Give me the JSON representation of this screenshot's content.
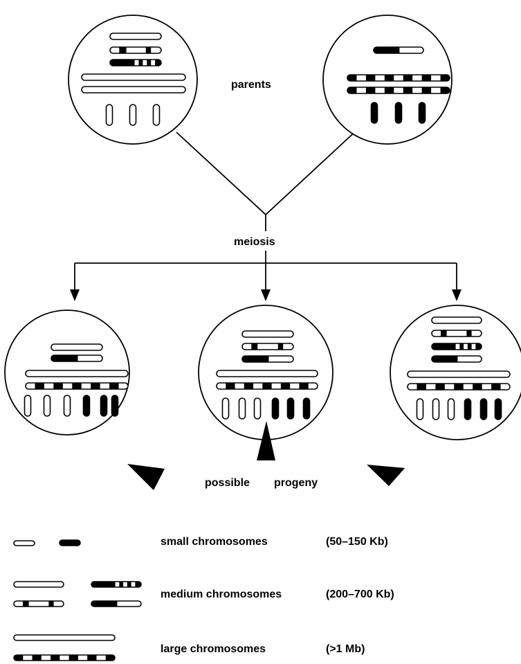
{
  "labels": {
    "parents": "parents",
    "meiosis": "meiosis",
    "progeny_word1": "possible",
    "progeny_word2": "progeny"
  },
  "legend": [
    {
      "name": "small chromosomes",
      "size": "(50–150 Kb)"
    },
    {
      "name": "medium chromosomes",
      "size": "(200–700 Kb)"
    },
    {
      "name": "large chromosomes",
      "size": "(>1 Mb)"
    }
  ],
  "colors": {
    "ink": "#000000",
    "paper": "#ffffff"
  }
}
